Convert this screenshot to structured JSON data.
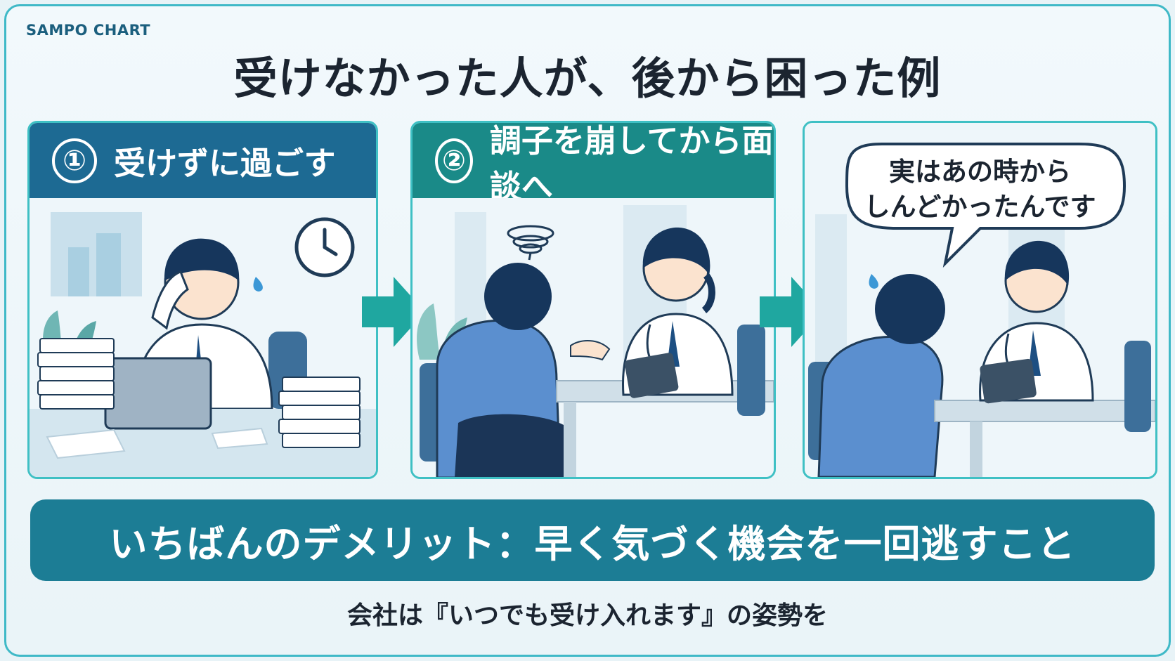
{
  "brand": "SAMPO CHART",
  "title": "受けなかった人が、後から困った例",
  "panels": [
    {
      "number": "①",
      "label": "受けずに過ごす"
    },
    {
      "number": "②",
      "label": "調子を崩してから面談へ"
    },
    {
      "speech_line1": "実はあの時から",
      "speech_line2": "しんどかったんです"
    }
  ],
  "banner": "いちばんのデメリット：早く気づく機会を一回逃すこと",
  "footer": "会社は『いつでも受け入れます』の姿勢を",
  "colors": {
    "panel1_header": "#1d6a93",
    "panel2_header": "#1a8a88",
    "banner": "#1c7d95",
    "border": "#3fc0c4",
    "arrow": "#1fa7a0"
  },
  "icons": [
    "clock-icon",
    "sweat-drop-icon",
    "dizzy-swirl-icon",
    "arrow-right-icon",
    "speech-bubble-icon"
  ]
}
